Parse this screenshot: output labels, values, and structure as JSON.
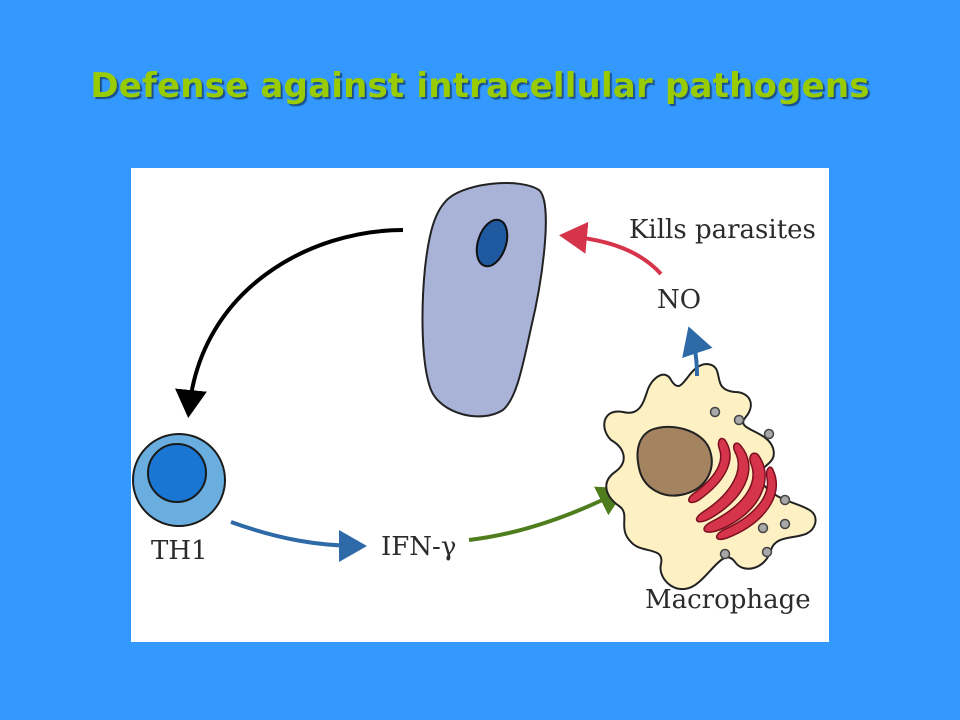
{
  "slide": {
    "title": "Defense against intracellular pathogens"
  },
  "diagram": {
    "labels": {
      "kills_parasites": "Kills parasites",
      "no": "NO",
      "th1": "TH1",
      "ifn_gamma": "IFN-γ",
      "macrophage": "Macrophage"
    }
  }
}
